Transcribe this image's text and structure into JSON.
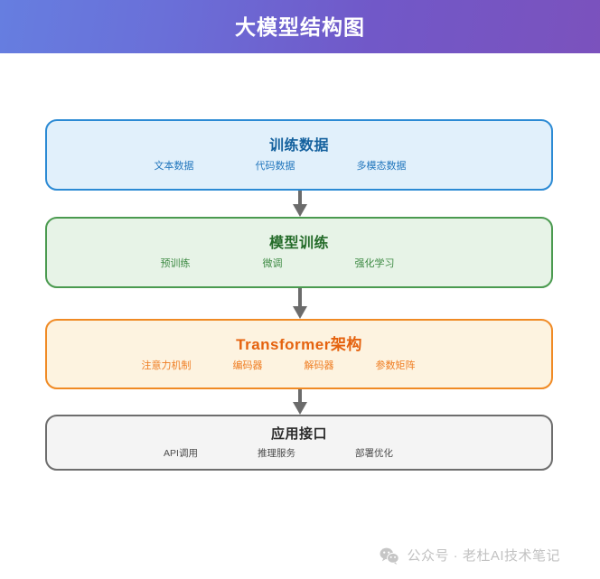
{
  "header": {
    "title": "大模型结构图",
    "gradient_from": "#667ee0",
    "gradient_to": "#7b52bd"
  },
  "diagram": {
    "type": "flowchart",
    "direction": "top-to-bottom",
    "connector_icon": "down-arrow-icon",
    "connector_color": "#6b6b6b",
    "nodes": [
      {
        "id": "training-data",
        "title": "训练数据",
        "theme": "blue",
        "fill": "#e1f0fb",
        "border": "#2b8ad4",
        "title_color": "#14619e",
        "tag_color": "#2377bd",
        "tags": [
          "文本数据",
          "代码数据",
          "多模态数据"
        ]
      },
      {
        "id": "model-training",
        "title": "模型训练",
        "theme": "green",
        "fill": "#e7f3e7",
        "border": "#4a9a4f",
        "title_color": "#246b29",
        "tag_color": "#3d8a43",
        "tags": [
          "预训练",
          "微调",
          "强化学习"
        ]
      },
      {
        "id": "transformer-architecture",
        "title": "Transformer架构",
        "theme": "orange",
        "fill": "#fdf3e0",
        "border": "#f08a24",
        "title_color": "#e5620e",
        "tag_color": "#ef7d22",
        "tags": [
          "注意力机制",
          "编码器",
          "解码器",
          "参数矩阵"
        ]
      },
      {
        "id": "application-interface",
        "title": "应用接口",
        "theme": "gray",
        "fill": "#f4f4f4",
        "border": "#6d6d6d",
        "title_color": "#2b2b2b",
        "tag_color": "#4d4d4d",
        "tags": [
          "API调用",
          "推理服务",
          "部署优化"
        ]
      }
    ]
  },
  "footer": {
    "icon": "wechat-icon",
    "text": "公众号 · 老杜AI技术笔记",
    "text_color": "#c2c2c2"
  }
}
